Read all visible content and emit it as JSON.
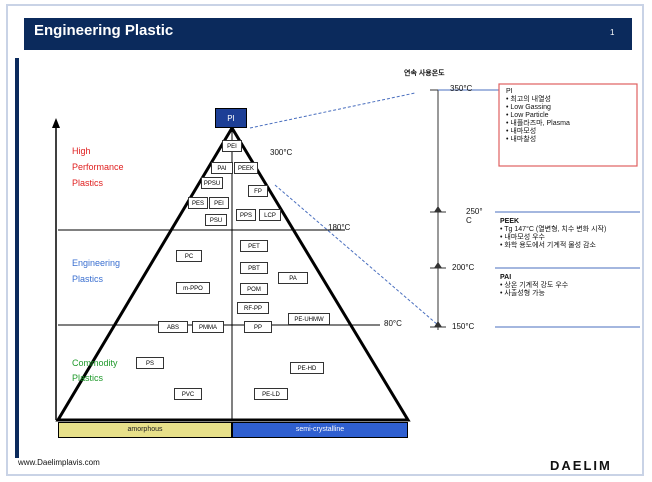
{
  "title": "Engineering  Plastic",
  "page_number": "1",
  "footer_url": "www.Daelimplavis.com",
  "brand": "DAELIM",
  "categories": {
    "high": [
      "High",
      "Performance",
      "Plastics"
    ],
    "engineering": [
      "Engineering",
      "Plastics"
    ],
    "commodity": [
      "Commodity",
      "Plastics"
    ]
  },
  "apex": "PI",
  "temps": {
    "t300": "300°C",
    "t180": "180°C",
    "t80": "80°C"
  },
  "axis_title": "연속 사용온도",
  "scale": {
    "t350": "350°C",
    "t250": "250°\nC",
    "t200": "200°C",
    "t150": "150°C"
  },
  "boxes": {
    "pei1": "PEI",
    "pai": "PAI",
    "peek": "PEEK",
    "ppsu": "PPSU",
    "fp": "FP",
    "pes": "PES",
    "pei2": "PEI",
    "pps": "PPS",
    "lcp": "LCP",
    "psu": "PSU",
    "pc": "PC",
    "pet": "PET",
    "pbt": "PBT",
    "pa": "PA",
    "mppo": "m-PPO",
    "pom": "POM",
    "rfpp": "RF-PP",
    "abs": "ABS",
    "pmma": "PMMA",
    "pp": "PP",
    "peuhmw": "PE-UHMW",
    "ps": "PS",
    "pehd": "PE-HD",
    "pvc": "PVC",
    "peld": "PE-LD"
  },
  "bottom": {
    "amorphous": "amorphous",
    "semicrystalline": "semi-crystalline"
  },
  "pi_note": {
    "head": "PI",
    "items": [
      "최고의 내열성",
      "Low Gassing",
      "Low Particle",
      "내플라즈마, Plasma",
      "내마모성",
      "내마찰성"
    ]
  },
  "peek_note": {
    "head": "PEEK",
    "items": [
      "Tg 147°C (열변형, 치수 변화 시작)",
      "내마모성 우수",
      "화학 용도에서 기계적 물성 감소"
    ]
  },
  "pai_note": {
    "head": "PAI",
    "items": [
      "상온 기계적 강도 우수",
      "사출성형 가능"
    ]
  },
  "colors": {
    "navy": "#0b2a5c",
    "red": "#e02020",
    "blue": "#3a6fd0",
    "green": "#1f9a2b",
    "yellow": "#e7e08a",
    "band_blue": "#2f5fd0"
  }
}
